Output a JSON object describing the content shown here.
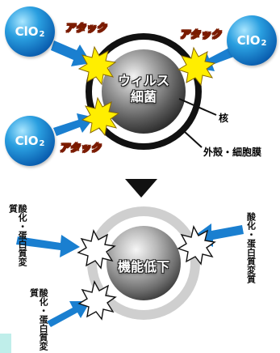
{
  "molecule": {
    "main": "ClO",
    "sub": "2"
  },
  "attack_label": "アタック",
  "top_center": {
    "line1": "ウィルス",
    "line2": "細菌"
  },
  "bottom_center": "機能低下",
  "callouts": {
    "nucleus": "核",
    "membrane": "外殻・細胞膜"
  },
  "side_labels": {
    "left_upper": "酸化・蛋白質変質",
    "right": "酸化・蛋白質変質",
    "left_lower": "酸化・蛋白質変質"
  },
  "colors": {
    "arrow": "#1a7fd0",
    "star": "#ffee00",
    "ring_dark": "#111111",
    "accent_teal": "#bfeeea"
  }
}
